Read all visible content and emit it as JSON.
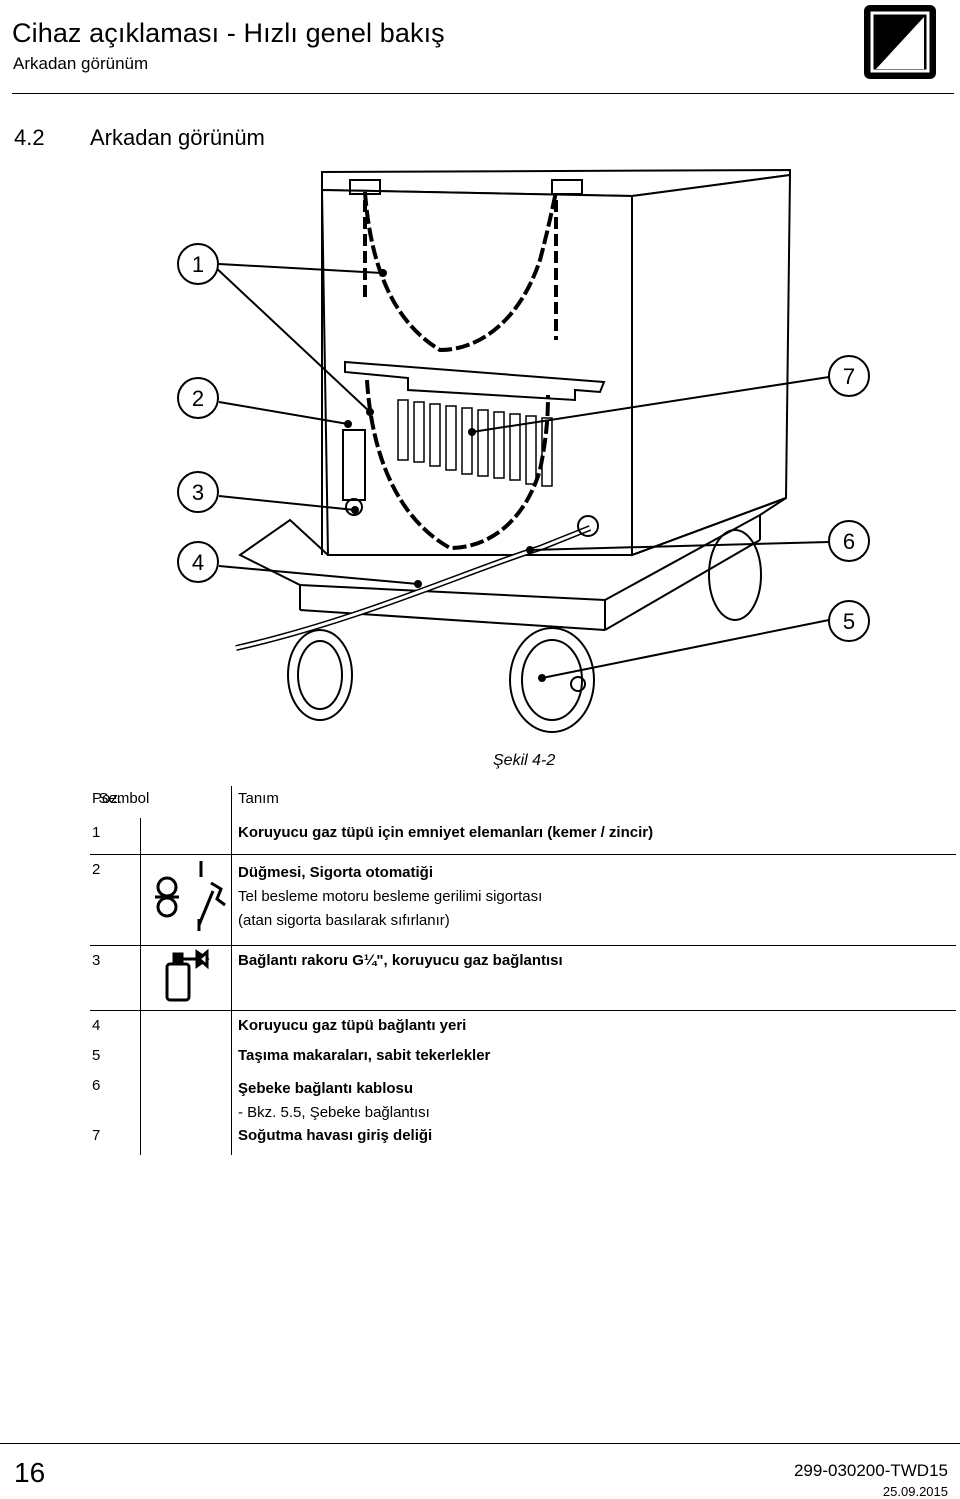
{
  "header": {
    "title": "Cihaz açıklaması - Hızlı genel bakış",
    "subtitle": "Arkadan görünüm"
  },
  "section": {
    "number": "4.2",
    "title": "Arkadan görünüm"
  },
  "figure": {
    "caption": "Şekil 4-2",
    "callouts": [
      "1",
      "2",
      "3",
      "4",
      "5",
      "6",
      "7"
    ],
    "icons": [
      "brand-logo-icon",
      "fuse-reset-icon",
      "gas-cylinder-icon"
    ]
  },
  "table": {
    "headers": {
      "pos": "Poz.",
      "symbol": "Sembol",
      "desc": "Tanım"
    },
    "rows": [
      {
        "pos": "1",
        "lines": [
          "Koruyucu gaz tüpü için emniyet elemanları (kemer / zincir)"
        ]
      },
      {
        "pos": "2",
        "lines": [
          "Düğmesi, Sigorta otomatiği",
          "Tel besleme motoru besleme gerilimi sigortası",
          "(atan sigorta basılarak sıfırlanır)"
        ]
      },
      {
        "pos": "3",
        "lines": [
          "Bağlantı rakoru G¼\", koruyucu gaz bağlantısı"
        ]
      },
      {
        "pos": "4",
        "lines": [
          "Koruyucu gaz tüpü bağlantı yeri"
        ]
      },
      {
        "pos": "5",
        "lines": [
          "Taşıma makaraları, sabit tekerlekler"
        ]
      },
      {
        "pos": "6",
        "lines": [
          "Şebeke bağlantı kablosu",
          " - Bkz. 5.5, Şebeke bağlantısı"
        ]
      },
      {
        "pos": "7",
        "lines": [
          "Soğutma havası giriş deliği"
        ]
      }
    ]
  },
  "footer": {
    "page": "16",
    "doc_id": "299-030200-TWD15",
    "date": "25.09.2015"
  }
}
